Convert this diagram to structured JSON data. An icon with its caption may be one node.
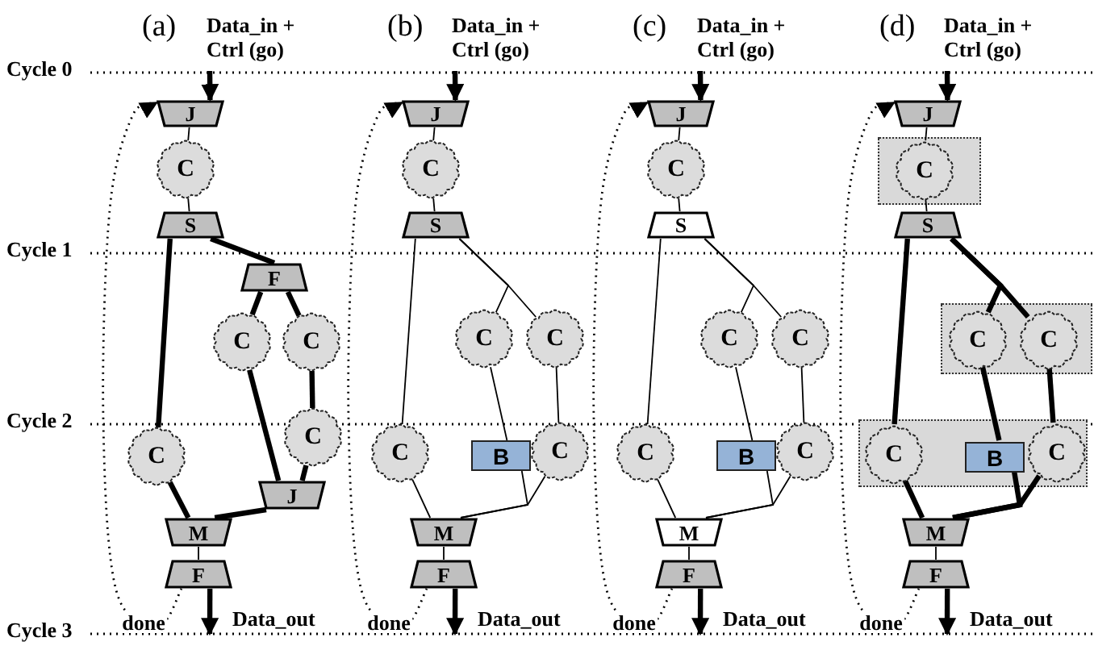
{
  "diagram": {
    "nodes": [
      {
        "text": [
          "Data_in + Ctrl (go)"
        ]
      },
      {
        "text": [
          "J"
        ]
      },
      {
        "text": [
          "C"
        ]
      },
      {
        "text": [
          "S"
        ]
      },
      {
        "text": [
          "F"
        ]
      },
      {
        "text": [
          "C"
        ]
      },
      {
        "text": [
          "C"
        ]
      },
      {
        "text": [
          "C"
        ]
      },
      {
        "text": [
          "C"
        ]
      },
      {
        "text": [
          "J"
        ]
      },
      {
        "text": [
          "M"
        ]
      },
      {
        "text": [
          "F"
        ]
      },
      {
        "text": [
          "Data_out"
        ]
      },
      {
        "text": [
          "Data_in + Ctrl (go)"
        ]
      },
      {
        "text": [
          "J"
        ]
      },
      {
        "text": [
          "C"
        ]
      },
      {
        "text": [
          "S"
        ]
      },
      {
        "text": [
          "C"
        ]
      },
      {
        "text": [
          "C"
        ]
      },
      {
        "text": [
          "C"
        ]
      },
      {
        "text": [
          "B"
        ]
      },
      {
        "text": [
          "C"
        ]
      },
      {
        "text": [
          "M"
        ]
      },
      {
        "text": [
          "F"
        ]
      },
      {
        "text": [
          "Data_out"
        ]
      },
      {
        "text": [
          "Data_in + Ctrl (go)"
        ]
      },
      {
        "text": [
          "J"
        ]
      },
      {
        "text": [
          "C"
        ]
      },
      {
        "text": [
          "S"
        ]
      },
      {
        "text": [
          "C"
        ]
      },
      {
        "text": [
          "C"
        ]
      },
      {
        "text": [
          "C"
        ]
      },
      {
        "text": [
          "B"
        ]
      },
      {
        "text": [
          "C"
        ]
      },
      {
        "text": [
          "M"
        ]
      },
      {
        "text": [
          "F"
        ]
      },
      {
        "text": [
          "Data_out"
        ]
      },
      {
        "text": [
          "Data_in + Ctrl (go)"
        ]
      },
      {
        "text": [
          "J"
        ]
      },
      {
        "text": [],
        "shape": "box"
      },
      {
        "text": [
          "C"
        ],
        "in": 39
      },
      {
        "text": [
          "S"
        ]
      },
      {
        "text": [],
        "shape": "box"
      },
      {
        "text": [
          "C"
        ],
        "in": 42
      },
      {
        "text": [
          "C"
        ],
        "in": 42
      },
      {
        "text": [],
        "shape": "box"
      },
      {
        "text": [
          "C"
        ],
        "in": 45
      },
      {
        "text": [
          "B"
        ],
        "in": 45
      },
      {
        "text": [
          "C"
        ],
        "in": 45
      },
      {
        "text": [
          "M"
        ]
      },
      {
        "text": [
          "F"
        ]
      },
      {
        "text": [
          "Data_out"
        ]
      }
    ],
    "edges": [
      {
        "from": 0,
        "to": 1,
        "arrow": "to",
        "style": "thick"
      },
      {
        "from": 1,
        "to": 2,
        "arrow": "none"
      },
      {
        "from": 2,
        "to": 3,
        "arrow": "none"
      },
      {
        "from": 3,
        "to": 4,
        "arrow": "none",
        "style": "thick"
      },
      {
        "from": 4,
        "to": 5,
        "arrow": "none",
        "style": "thick"
      },
      {
        "from": 4,
        "to": 6,
        "arrow": "none",
        "style": "thick"
      },
      {
        "from": 3,
        "to": 7,
        "arrow": "none",
        "style": "thick"
      },
      {
        "from": 5,
        "to": 9,
        "arrow": "none",
        "style": "thick"
      },
      {
        "from": 6,
        "to": 8,
        "arrow": "none",
        "style": "thick"
      },
      {
        "from": 8,
        "to": 9,
        "arrow": "none",
        "style": "thick"
      },
      {
        "from": 9,
        "to": 10,
        "arrow": "none",
        "style": "thick"
      },
      {
        "from": 7,
        "to": 10,
        "arrow": "none",
        "style": "thick"
      },
      {
        "from": 10,
        "to": 11,
        "arrow": "none"
      },
      {
        "from": 11,
        "to": 12,
        "arrow": "to",
        "style": "thick"
      },
      {
        "from": 11,
        "to": 1,
        "arrow": "to",
        "style": "dashed",
        "label": "done"
      },
      {
        "from": 13,
        "to": 14,
        "arrow": "to",
        "style": "thick"
      },
      {
        "from": 14,
        "to": 15,
        "arrow": "none"
      },
      {
        "from": 15,
        "to": 16,
        "arrow": "none"
      },
      {
        "from": 16,
        "to": 17,
        "arrow": "none"
      },
      {
        "from": 16,
        "to": 18,
        "arrow": "none"
      },
      {
        "from": 16,
        "to": 19,
        "arrow": "none"
      },
      {
        "from": 17,
        "to": 20,
        "arrow": "none"
      },
      {
        "from": 18,
        "to": 21,
        "arrow": "none"
      },
      {
        "from": 20,
        "to": 22,
        "arrow": "none"
      },
      {
        "from": 21,
        "to": 22,
        "arrow": "none"
      },
      {
        "from": 19,
        "to": 22,
        "arrow": "none"
      },
      {
        "from": 22,
        "to": 23,
        "arrow": "none"
      },
      {
        "from": 23,
        "to": 24,
        "arrow": "to",
        "style": "thick"
      },
      {
        "from": 23,
        "to": 14,
        "arrow": "to",
        "style": "dashed",
        "label": "done"
      },
      {
        "from": 25,
        "to": 26,
        "arrow": "to",
        "style": "thick"
      },
      {
        "from": 26,
        "to": 27,
        "arrow": "none"
      },
      {
        "from": 27,
        "to": 28,
        "arrow": "none"
      },
      {
        "from": 28,
        "to": 29,
        "arrow": "none"
      },
      {
        "from": 28,
        "to": 30,
        "arrow": "none"
      },
      {
        "from": 28,
        "to": 31,
        "arrow": "none"
      },
      {
        "from": 29,
        "to": 32,
        "arrow": "none"
      },
      {
        "from": 30,
        "to": 33,
        "arrow": "none"
      },
      {
        "from": 32,
        "to": 34,
        "arrow": "none"
      },
      {
        "from": 33,
        "to": 34,
        "arrow": "none"
      },
      {
        "from": 31,
        "to": 34,
        "arrow": "none"
      },
      {
        "from": 34,
        "to": 35,
        "arrow": "none"
      },
      {
        "from": 35,
        "to": 36,
        "arrow": "to",
        "style": "thick"
      },
      {
        "from": 35,
        "to": 26,
        "arrow": "to",
        "style": "dashed",
        "label": "done"
      },
      {
        "from": 37,
        "to": 38,
        "arrow": "to",
        "style": "thick"
      },
      {
        "from": 38,
        "to": 40,
        "arrow": "none"
      },
      {
        "from": 40,
        "to": 41,
        "arrow": "none"
      },
      {
        "from": 41,
        "to": 43,
        "arrow": "none",
        "style": "thick"
      },
      {
        "from": 41,
        "to": 44,
        "arrow": "none",
        "style": "thick"
      },
      {
        "from": 41,
        "to": 46,
        "arrow": "none",
        "style": "thick"
      },
      {
        "from": 43,
        "to": 47,
        "arrow": "none",
        "style": "thick"
      },
      {
        "from": 44,
        "to": 48,
        "arrow": "none",
        "style": "thick"
      },
      {
        "from": 47,
        "to": 49,
        "arrow": "none",
        "style": "thick"
      },
      {
        "from": 48,
        "to": 49,
        "arrow": "none",
        "style": "thick"
      },
      {
        "from": 46,
        "to": 49,
        "arrow": "none",
        "style": "thick"
      },
      {
        "from": 49,
        "to": 50,
        "arrow": "none"
      },
      {
        "from": 50,
        "to": 51,
        "arrow": "to",
        "style": "thick"
      },
      {
        "from": 50,
        "to": 38,
        "arrow": "to",
        "style": "dashed",
        "label": "done"
      }
    ],
    "labels": [
      "(a)",
      "(b)",
      "(c)",
      "(d)",
      "Cycle 0",
      "Cycle 1",
      "Cycle 2",
      "Cycle 3"
    ]
  }
}
